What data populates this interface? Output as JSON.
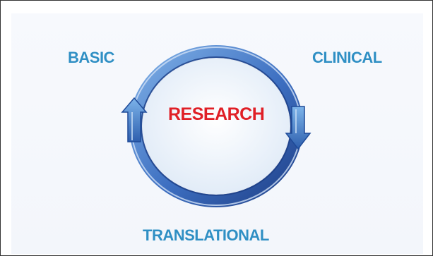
{
  "diagram": {
    "labels": {
      "basic": "BASIC",
      "clinical": "CLINICAL",
      "translational": "TRANSLATIONAL",
      "center": "RESEARCH"
    },
    "colors": {
      "label_blue": "#2f8fc4",
      "center_red": "#e01f26",
      "ring_dark": "#2a4f9a",
      "ring_light": "#6fa2de",
      "inner_fill": "#eef4fb"
    },
    "icons": [
      "cycle-ring-icon",
      "left-arrow-icon",
      "right-arrow-icon"
    ]
  }
}
